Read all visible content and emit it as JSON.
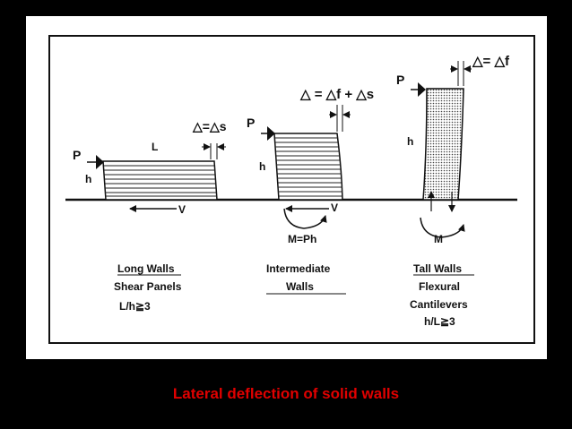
{
  "caption": "Lateral deflection of solid walls",
  "colors": {
    "background": "#000000",
    "panel": "#ffffff",
    "caption": "#e00000",
    "ink": "#111111"
  },
  "walls": {
    "long": {
      "P": "P",
      "h": "h",
      "L": "L",
      "V": "V",
      "delta": "△=△s",
      "title_line1": "Long Walls",
      "title_line2": "Shear Panels",
      "ratio": "L/h≧3"
    },
    "intermediate": {
      "P": "P",
      "h": "h",
      "V": "V",
      "M": "M=Ph",
      "delta": "△ = △f + △s",
      "title_line1": "Intermediate",
      "title_line2": "Walls"
    },
    "tall": {
      "P": "P",
      "h": "h",
      "M": "M",
      "delta": "△= △f",
      "title_line1": "Tall Walls",
      "title_line2": "Flexural",
      "title_line3": "Cantilevers",
      "ratio": "h/L≧3"
    }
  }
}
